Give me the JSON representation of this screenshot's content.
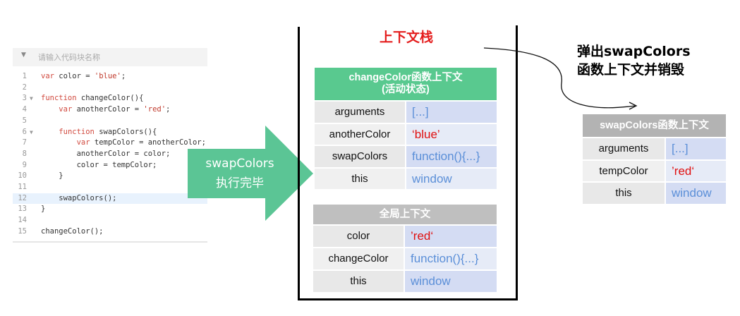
{
  "editor": {
    "placeholder": "请输入代码块名称",
    "lines": [
      {
        "n": "1",
        "fold": "",
        "html": "<span class=\"kw\">var</span> color = <span class=\"str\">'blue'</span>;"
      },
      {
        "n": "2",
        "fold": "",
        "html": ""
      },
      {
        "n": "3",
        "fold": "▼",
        "html": "<span class=\"kw\">function</span> changeColor(){"
      },
      {
        "n": "4",
        "fold": "",
        "html": "    <span class=\"kw\">var</span> anotherColor = <span class=\"str\">'red'</span>;"
      },
      {
        "n": "5",
        "fold": "",
        "html": ""
      },
      {
        "n": "6",
        "fold": "▼",
        "html": "    <span class=\"kw\">function</span> swapColors(){"
      },
      {
        "n": "7",
        "fold": "",
        "html": "        <span class=\"kw\">var</span> tempColor = anotherColor;"
      },
      {
        "n": "8",
        "fold": "",
        "html": "        anotherColor = color;"
      },
      {
        "n": "9",
        "fold": "",
        "html": "        color = tempColor;"
      },
      {
        "n": "10",
        "fold": "",
        "html": "    }"
      },
      {
        "n": "11",
        "fold": "",
        "html": ""
      },
      {
        "n": "12",
        "fold": "",
        "html": "    swapColors();",
        "highlight": true
      },
      {
        "n": "13",
        "fold": "",
        "html": "}"
      },
      {
        "n": "14",
        "fold": "",
        "html": ""
      },
      {
        "n": "15",
        "fold": "",
        "html": "changeColor();"
      }
    ]
  },
  "arrow": {
    "line1": "swapColors",
    "line2": "执行完毕",
    "color": "#5bc595"
  },
  "stack": {
    "title": "上下文栈"
  },
  "change_ctx": {
    "title1": "changeColor函数上下文",
    "title2": "(活动状态)",
    "head_color": "#59c98f",
    "rows": [
      {
        "key": "arguments",
        "val": "[...]",
        "tone": "blue"
      },
      {
        "key": "anotherColor",
        "val": "‘blue’",
        "tone": "red"
      },
      {
        "key": "swapColors",
        "val": "function(){...}",
        "tone": "blue"
      },
      {
        "key": "this",
        "val": "window",
        "tone": "blue"
      }
    ]
  },
  "global_ctx": {
    "title": "全局上下文",
    "head_color": "#bfbfbf",
    "rows": [
      {
        "key": "color",
        "val": "’red‘",
        "tone": "red"
      },
      {
        "key": "changeColor",
        "val": "function(){...}",
        "tone": "blue"
      },
      {
        "key": "this",
        "val": "window",
        "tone": "blue"
      }
    ]
  },
  "pop_note": {
    "line1": "弹出swapColors",
    "line2": "函数上下文并销毁"
  },
  "swap_ctx": {
    "title": "swapColors函数上下文",
    "head_color": "#b3b3b3",
    "rows": [
      {
        "key": "arguments",
        "val": "[...]",
        "tone": "blue"
      },
      {
        "key": "tempColor",
        "val": "’red‘",
        "tone": "red"
      },
      {
        "key": "this",
        "val": "window",
        "tone": "blue"
      }
    ]
  },
  "colors": {
    "key_bg": "#e8e8e8",
    "val_bg": "#d4dcf3",
    "key_bg_alt": "#f0f0f0",
    "val_bg_alt": "#e6ebf7"
  }
}
